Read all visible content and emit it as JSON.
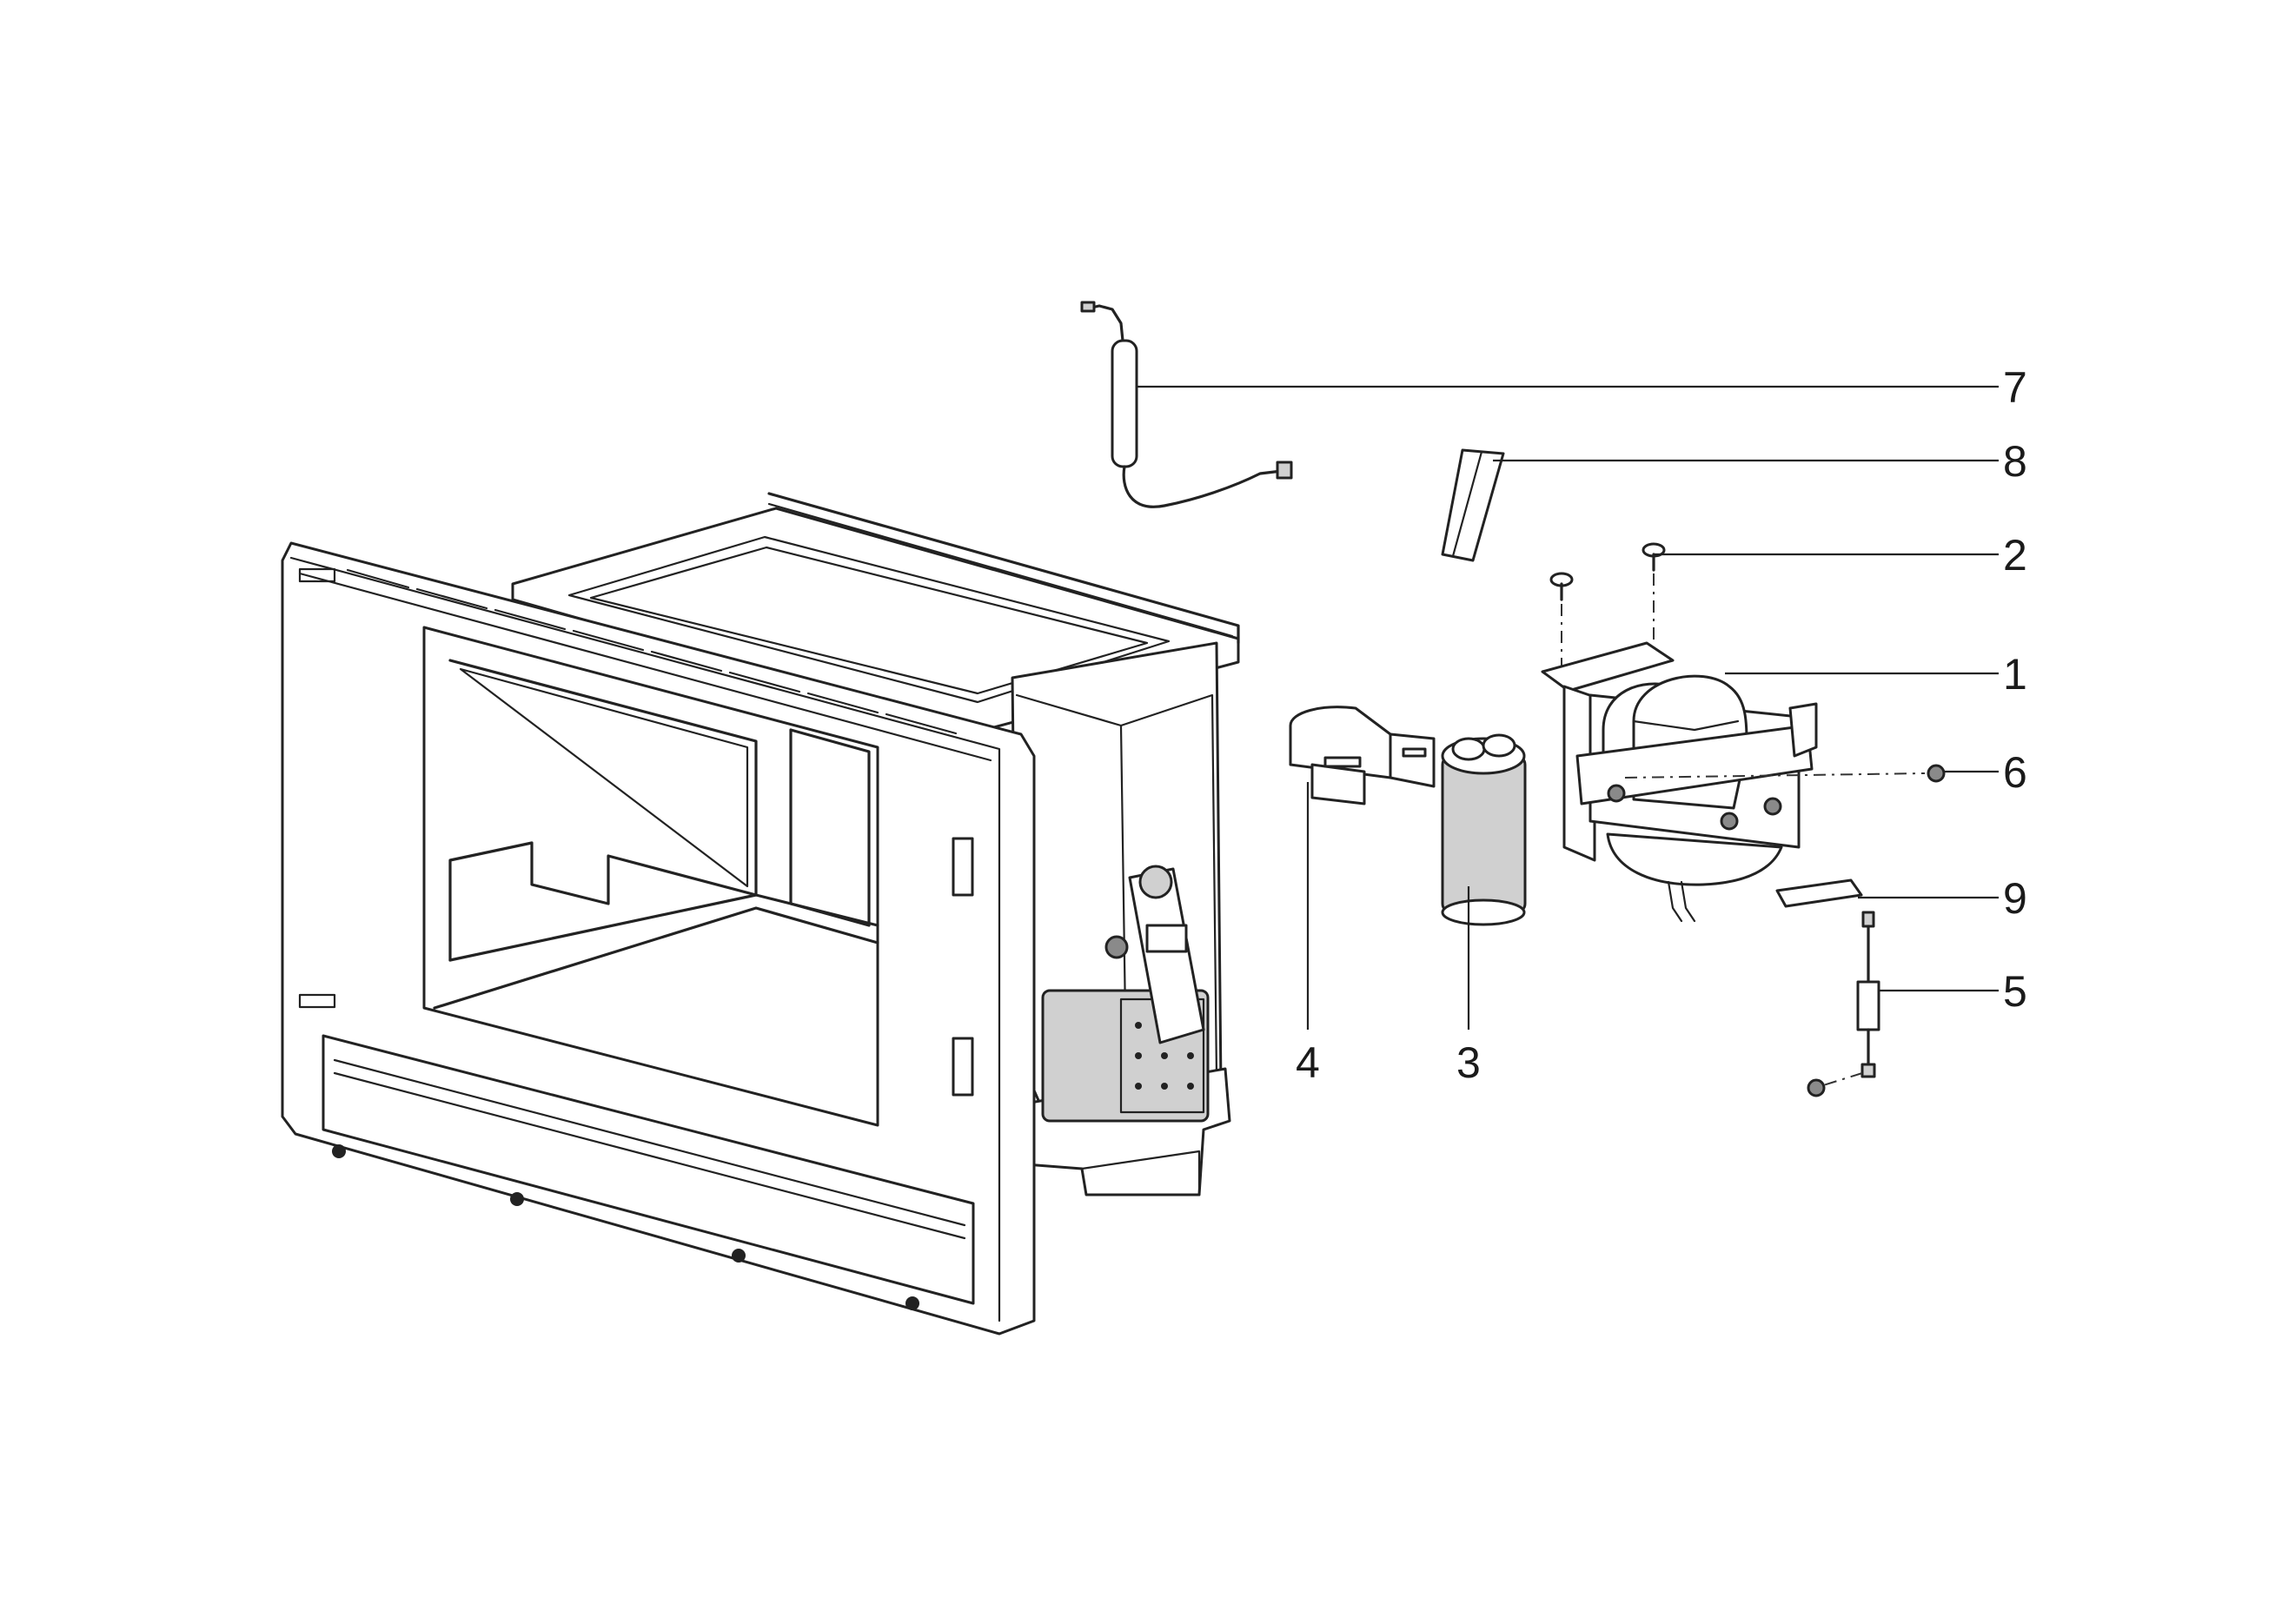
{
  "callouts": [
    {
      "id": "1",
      "text": "1"
    },
    {
      "id": "2",
      "text": "2"
    },
    {
      "id": "3",
      "text": "3"
    },
    {
      "id": "4",
      "text": "4"
    },
    {
      "id": "5",
      "text": "5"
    },
    {
      "id": "6",
      "text": "6"
    },
    {
      "id": "7",
      "text": "7"
    },
    {
      "id": "8",
      "text": "8"
    },
    {
      "id": "9",
      "text": "9"
    }
  ],
  "colors": {
    "line": "#222222",
    "shade_light": "#d0d0d0",
    "shade_dark": "#8a8a8a",
    "background": "#ffffff"
  }
}
